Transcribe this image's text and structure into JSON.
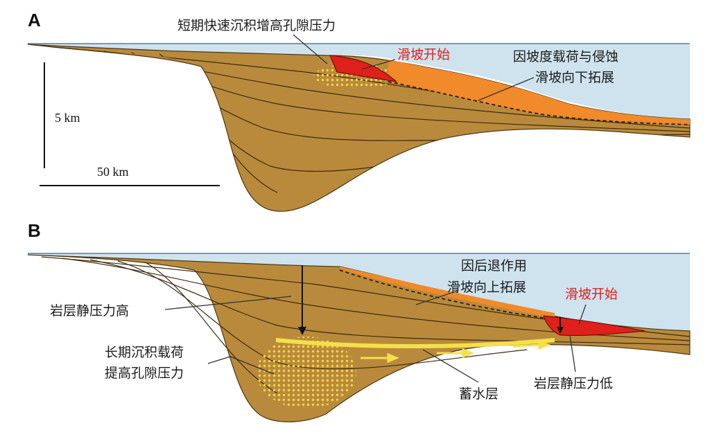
{
  "panel_a": {
    "letter": "A",
    "label_rapid": "短期快速沉积增高孔隙压力",
    "label_slide_start": "滑坡开始",
    "label_slope_1": "因坡度载荷与侵蚀",
    "label_slope_2": "滑坡向下拓展",
    "scale_vertical": "5 km",
    "scale_horizontal": "50 km"
  },
  "panel_b": {
    "letter": "B",
    "label_retro_1": "因后退作用",
    "label_retro_2": "滑坡向上拓展",
    "label_slide_start": "滑坡开始",
    "label_high": "岩层静压力高",
    "label_long_1": "长期沉积载荷",
    "label_long_2": "提高孔隙压力",
    "label_aquifer": "蓄水层",
    "label_low": "岩层静压力低"
  },
  "colors": {
    "water": "#cfe3ee",
    "sediment": "#b98a3c",
    "slide": "#e0201a",
    "failure": "#f08a2a",
    "aquifer": "#f4e04a"
  }
}
